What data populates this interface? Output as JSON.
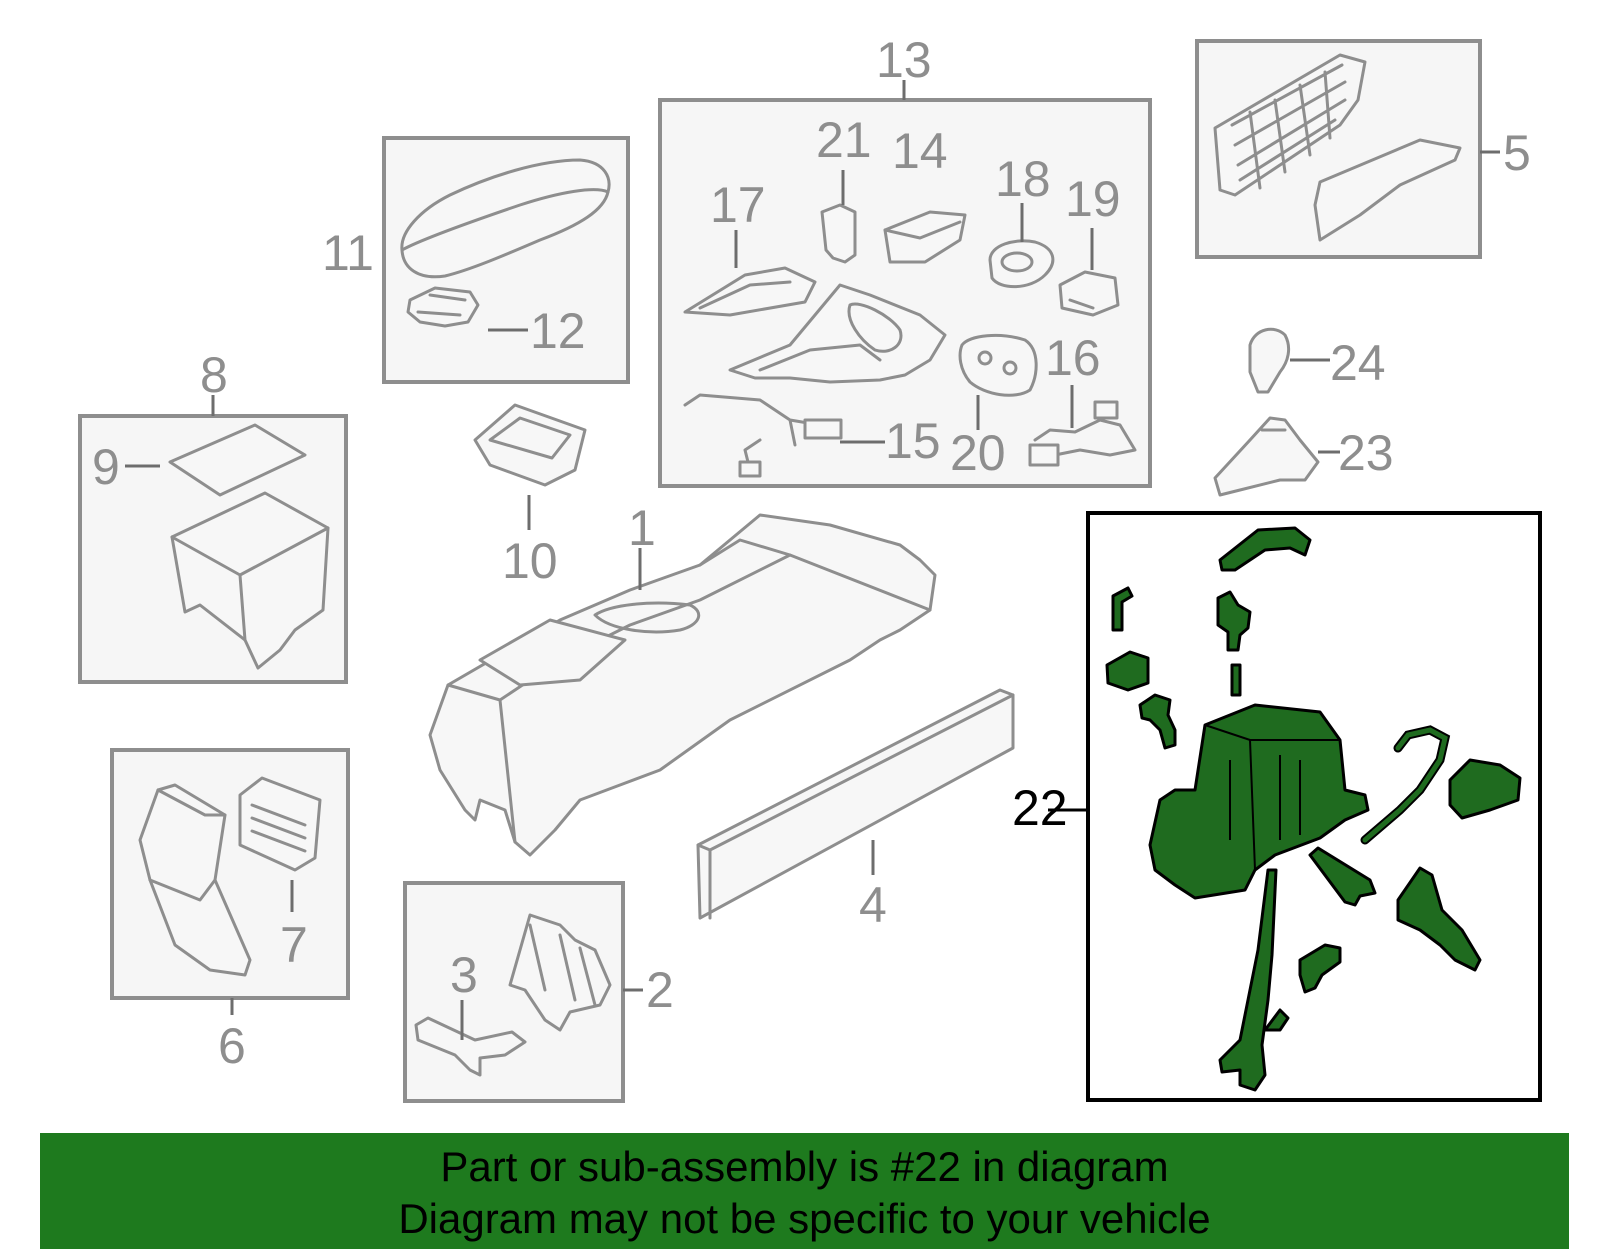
{
  "diagram": {
    "labels": {
      "l1": "1",
      "l2": "2",
      "l3": "3",
      "l4": "4",
      "l5": "5",
      "l6": "6",
      "l7": "7",
      "l8": "8",
      "l9": "9",
      "l10": "10",
      "l11": "11",
      "l12": "12",
      "l13": "13",
      "l14": "14",
      "l15": "15",
      "l16": "16",
      "l17": "17",
      "l18": "18",
      "l19": "19",
      "l20": "20",
      "l21": "21",
      "l22": "22",
      "l23": "23",
      "l24": "24"
    },
    "highlight_part": "22",
    "colors": {
      "highlight_fill": "#1f6b1f",
      "banner_bg": "#1e7a1e",
      "outline": "#8e8e8e"
    }
  },
  "banner": {
    "line1": "Part or sub-assembly is #22 in diagram",
    "line2": "Diagram may not be specific to your vehicle"
  }
}
